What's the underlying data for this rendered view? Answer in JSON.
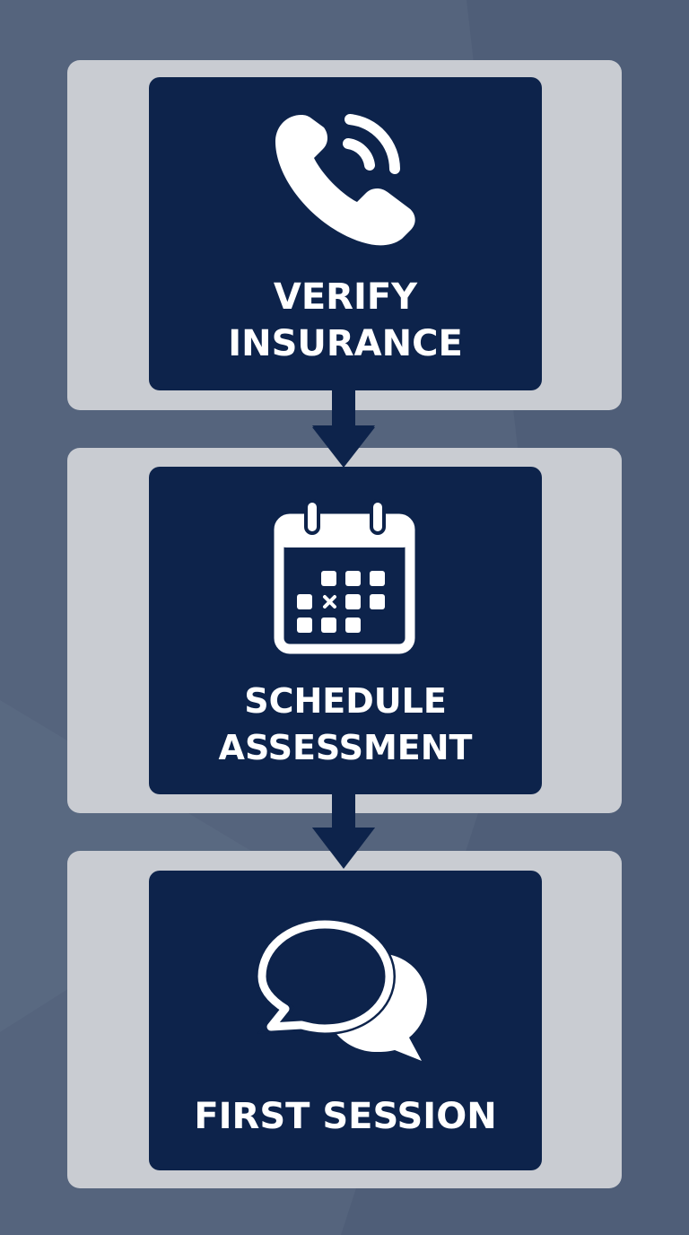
{
  "steps": [
    {
      "icon": "phone-icon",
      "label_lines": [
        "VERIFY",
        "INSURANCE"
      ]
    },
    {
      "icon": "calendar-icon",
      "label_lines": [
        "SCHEDULE",
        "ASSESSMENT"
      ]
    },
    {
      "icon": "chat-bubbles-icon",
      "label_lines": [
        "FIRST SESSION"
      ]
    }
  ],
  "colors": {
    "background": "#53627c",
    "step_outer": "#c9ccd2",
    "step_inner": "#0d234b",
    "text": "#ffffff"
  }
}
